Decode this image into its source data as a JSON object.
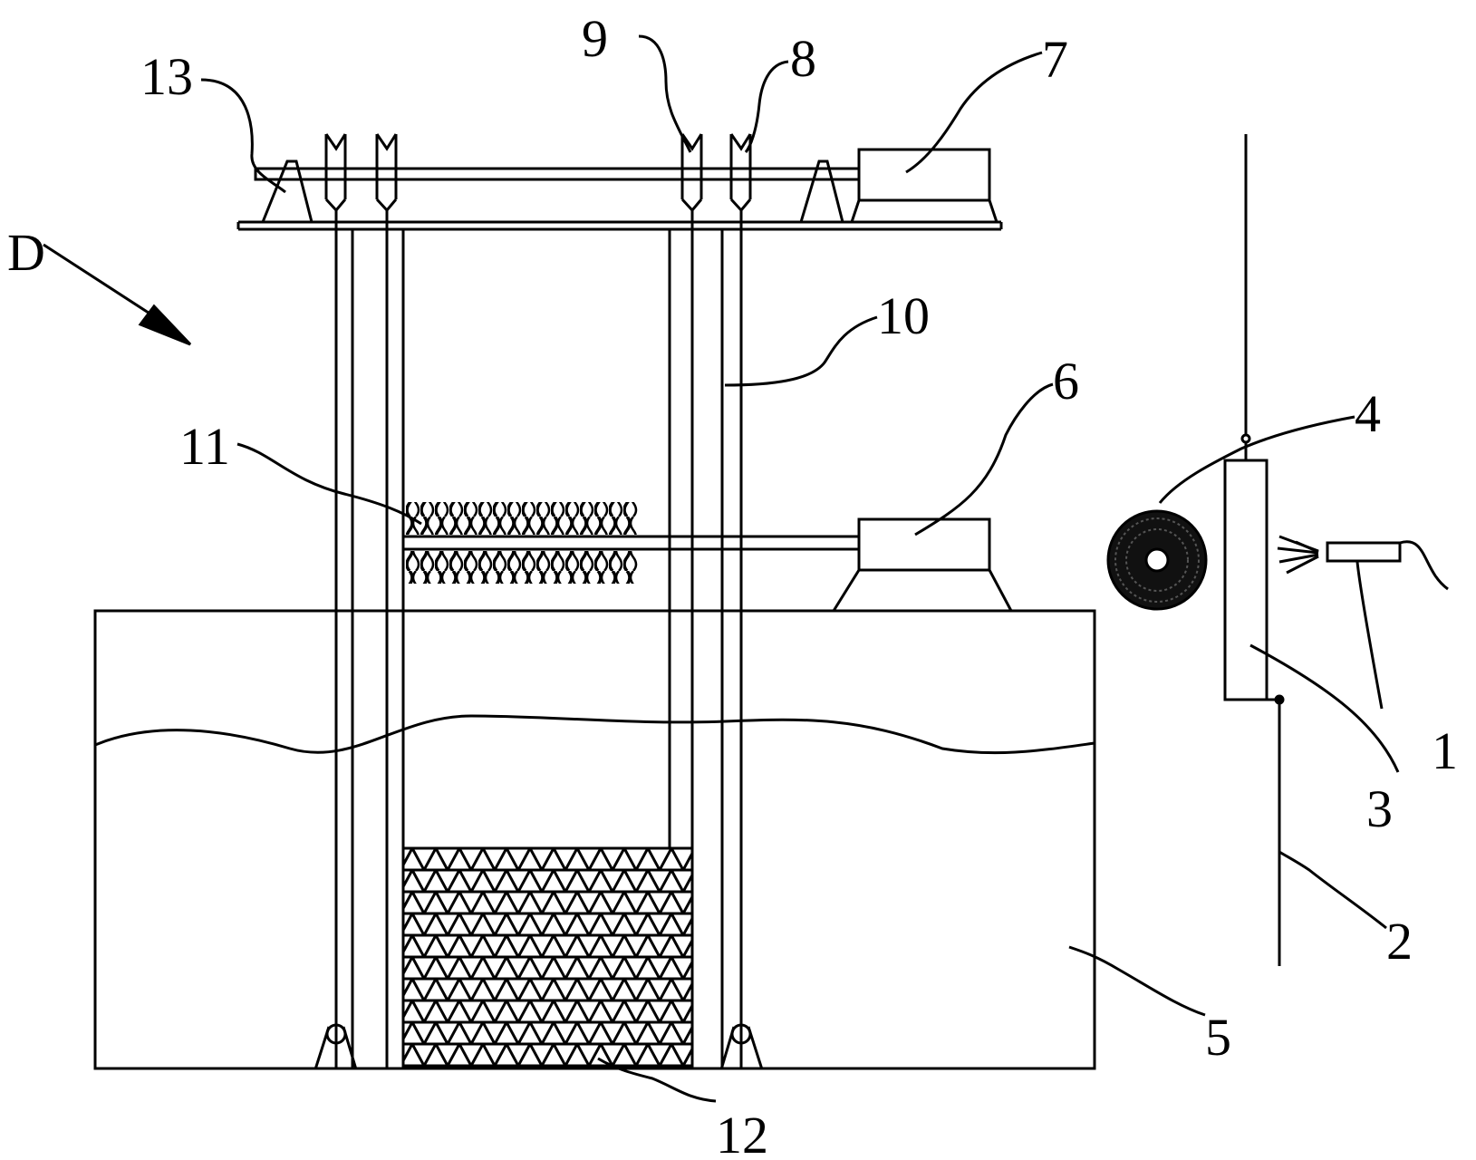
{
  "colors": {
    "line": "#000000",
    "background": "#ffffff"
  },
  "labels": {
    "l1": "1",
    "l2": "2",
    "l3": "3",
    "l4": "4",
    "l5": "5",
    "l6": "6",
    "l7": "7",
    "l8": "8",
    "l9": "9",
    "l10": "10",
    "l11": "11",
    "l12": "12",
    "l13": "13",
    "d": "D"
  }
}
